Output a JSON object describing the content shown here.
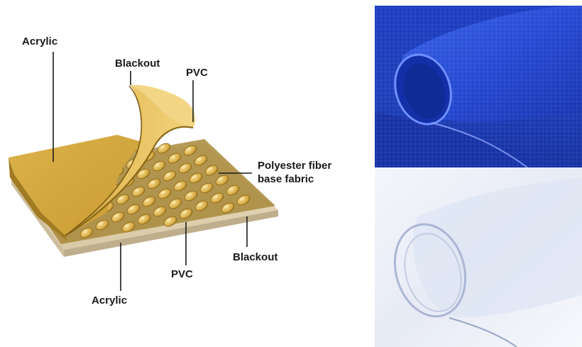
{
  "labels": {
    "acrylic_top": "Acrylic",
    "blackout_top": "Blackout",
    "pvc_top": "PVC",
    "base_fabric_line1": "Polyester fiber",
    "base_fabric_line2": "base fabric",
    "blackout_bottom": "Blackout",
    "pvc_bottom": "PVC",
    "acrylic_bottom": "Acrylic"
  },
  "colors": {
    "layer_gold": "#d9b04a",
    "layer_gold_dark": "#b98d25",
    "weave_gold": "#e2bf5c",
    "base_beige": "#e6d8bd",
    "pvc_roll_blue": "#1d3fc4",
    "clear_roll": "#eef2fa",
    "leader_line": "#1a1a1a"
  },
  "photos": {
    "top": "blue-pvc-roll",
    "bottom": "clear-pvc-roll"
  }
}
